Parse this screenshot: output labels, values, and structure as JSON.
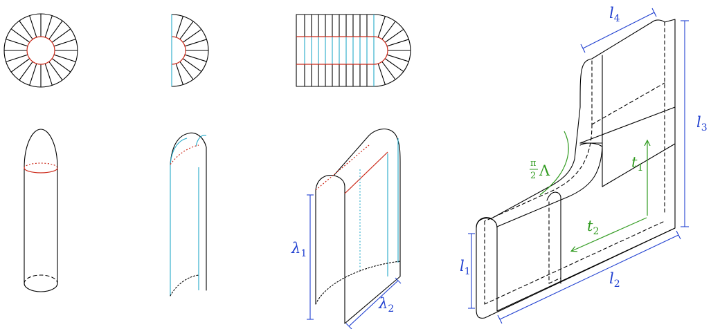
{
  "colors": {
    "red": "#cc2a1a",
    "cyan": "#22a8c8",
    "blue": "#1f3fd0",
    "green": "#2f9a1e",
    "black": "#000000"
  },
  "labels": {
    "l4": {
      "base": "l",
      "sub": "4"
    },
    "l3": {
      "base": "l",
      "sub": "3"
    },
    "l2": {
      "base": "l",
      "sub": "2"
    },
    "l1": {
      "base": "l",
      "sub": "1"
    },
    "t1": {
      "base": "t",
      "sub": "1"
    },
    "t2": {
      "base": "t",
      "sub": "2"
    },
    "lambda1": {
      "base": "λ",
      "sub": "1"
    },
    "lambda2": {
      "base": "λ",
      "sub": "2"
    },
    "half_pi_lambda": {
      "num": "π",
      "den": "2",
      "sym": "Λ"
    }
  }
}
